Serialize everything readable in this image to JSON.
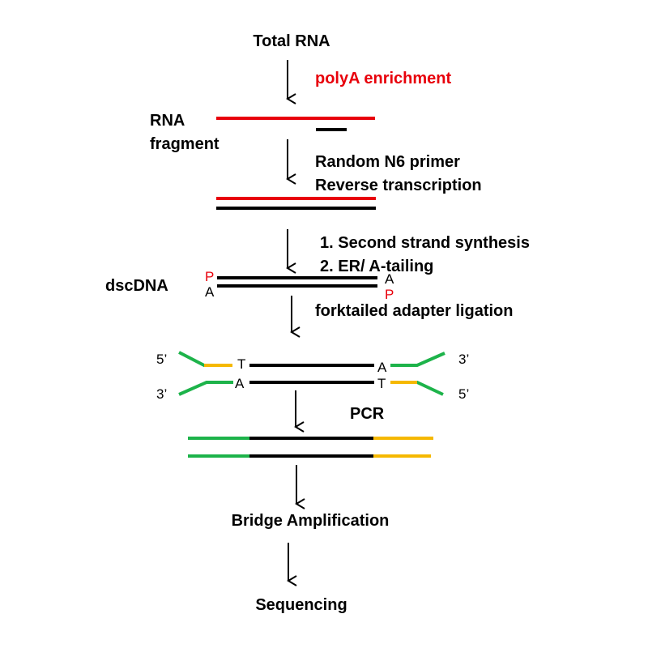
{
  "steps": {
    "total_rna": "Total RNA",
    "polya": "polyA enrichment",
    "rna_fragment_line1": "RNA",
    "rna_fragment_line2": "fragment",
    "primer_line1": "Random N6 primer",
    "primer_line2": "Reverse transcription",
    "second_strand": "1. Second strand synthesis",
    "er_tailing": "2. ER/ A-tailing",
    "dscdna": "dscDNA",
    "adapter": "forktailed adapter ligation",
    "pcr": "PCR",
    "bridge": "Bridge Amplification",
    "sequencing": "Sequencing"
  },
  "ends": {
    "p_left": "P",
    "a_left": "A",
    "a_right": "A",
    "p_right": "P",
    "five_prime_left": "5’",
    "three_prime_left": "3’",
    "three_prime_right": "3’",
    "five_prime_right": "5’",
    "t_top_left": "T",
    "a_bottom_left": "A",
    "a_top_right": "A",
    "t_bottom_right": "T"
  },
  "colors": {
    "rna": "#e8000b",
    "dna": "#000000",
    "adapter_green": "#1db34a",
    "adapter_yellow": "#f5b800"
  }
}
